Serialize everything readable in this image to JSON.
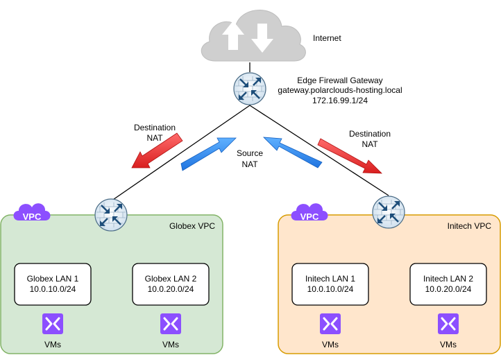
{
  "internet": {
    "label": "Internet",
    "icon": "cloud-upload-download-icon"
  },
  "gateway": {
    "title": "Edge Firewall Gateway",
    "host": "gateway.polarclouds-hosting.local",
    "ip": "172.16.99.1/24",
    "icon": "firewall-router-icon"
  },
  "nat": {
    "left_destination": [
      "Destination",
      "NAT"
    ],
    "source": [
      "Source",
      "NAT"
    ],
    "right_destination": [
      "Destination",
      "NAT"
    ]
  },
  "vpcs": [
    {
      "name": "Globex VPC",
      "badge": "VPC",
      "fill": "#d5e8d4",
      "stroke": "#82b366",
      "lans": [
        {
          "name": "Globex LAN 1",
          "subnet": "10.0.10.0/24",
          "vm_label": "VMs"
        },
        {
          "name": "Globex LAN 2",
          "subnet": "10.0.20.0/24",
          "vm_label": "VMs"
        }
      ]
    },
    {
      "name": "Initech VPC",
      "badge": "VPC",
      "fill": "#ffe6cc",
      "stroke": "#d79b00",
      "lans": [
        {
          "name": "Initech LAN 1",
          "subnet": "10.0.10.0/24",
          "vm_label": "VMs"
        },
        {
          "name": "Initech LAN 2",
          "subnet": "10.0.20.0/24",
          "vm_label": "VMs"
        }
      ]
    }
  ],
  "colors": {
    "destination_arrow": "#ea3a3a",
    "source_arrow": "#2f8cf0",
    "vpc_badge": "#8c4fff",
    "vm_icon": "#8c4fff",
    "cloud": "#cfcfcf"
  }
}
